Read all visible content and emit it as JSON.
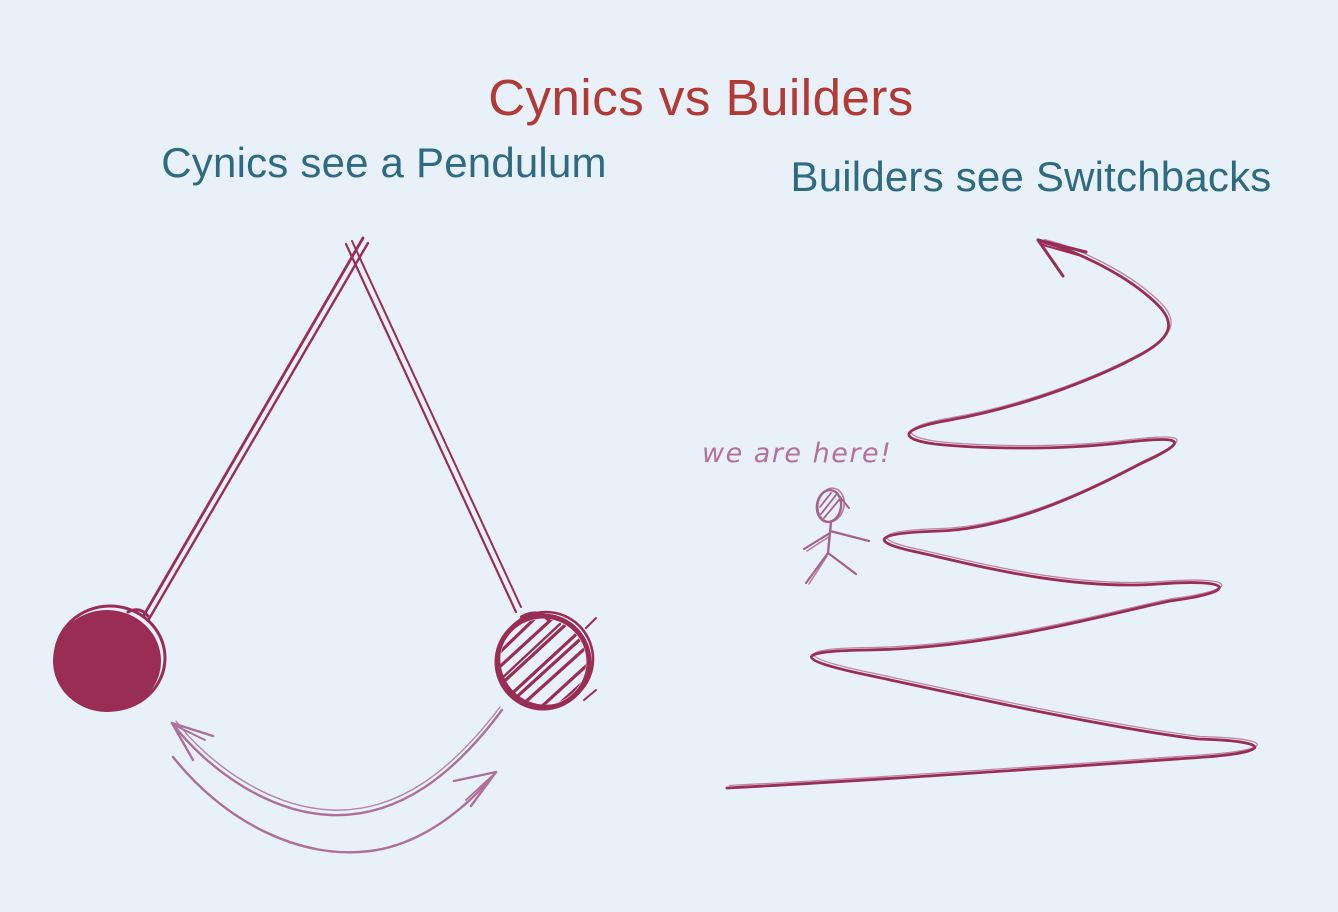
{
  "header": {
    "title": "Cynics vs Builders"
  },
  "panels": {
    "left": {
      "heading": "Cynics see a Pendulum"
    },
    "right": {
      "heading": "Builders see Switchbacks"
    }
  },
  "annotations": {
    "we_are_here": "we are here!"
  },
  "colors": {
    "background": "#e8f1fa",
    "title": "#b23a35",
    "heading": "#2f6b80",
    "ink": "#9a2d53",
    "ink_light": "#ae6f99",
    "annotation": "#b5719d",
    "figure": "#a5628c"
  }
}
